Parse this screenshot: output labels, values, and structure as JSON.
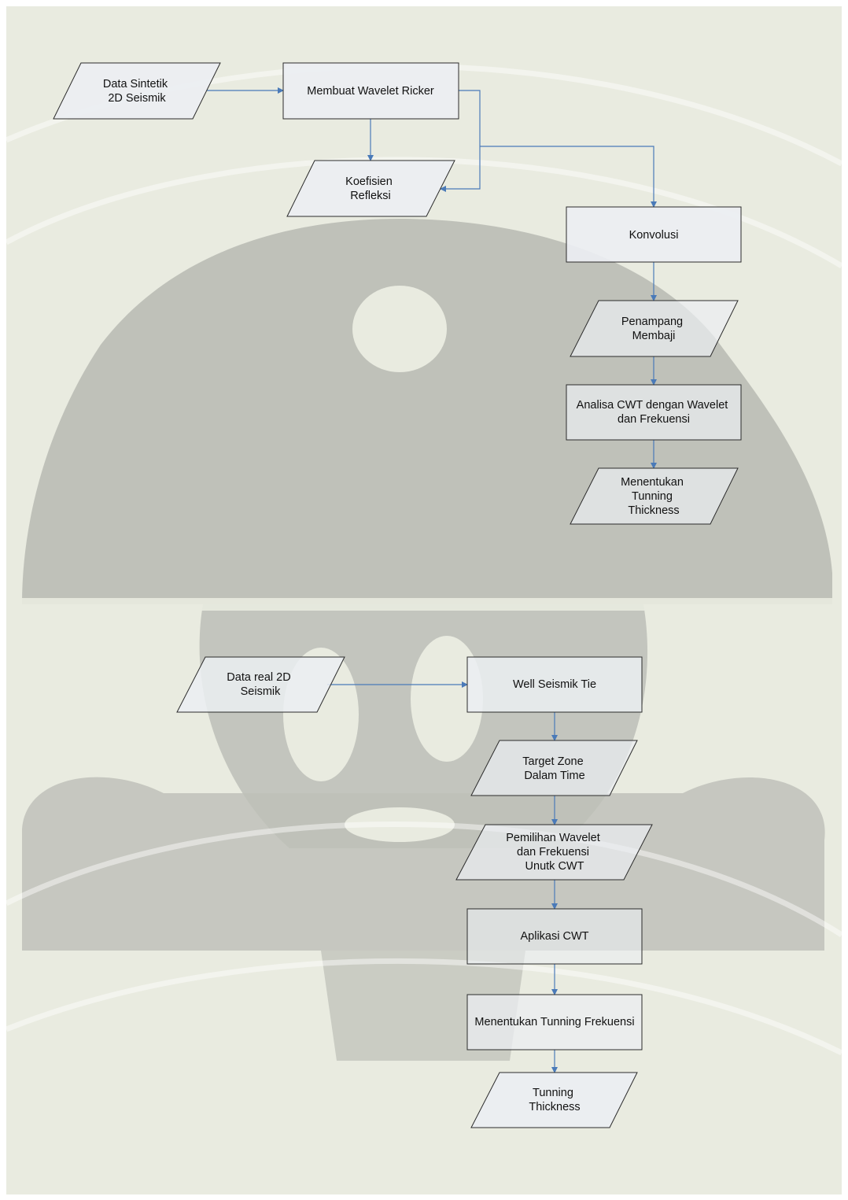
{
  "flow_top": {
    "data_sintetik": [
      "Data Sintetik",
      "2D Seismik"
    ],
    "membuat_wavelet": [
      "Membuat Wavelet Ricker"
    ],
    "koefisien": [
      "Koefisien",
      "Refleksi"
    ],
    "konvolusi": [
      "Konvolusi"
    ],
    "penampang": [
      "Penampang",
      "Membaji"
    ],
    "analisa_cwt": [
      "Analisa CWT dengan Wavelet",
      "dan Frekuensi"
    ],
    "menentukan_thickness": [
      "Menentukan",
      "Tunning",
      "Thickness"
    ]
  },
  "flow_bottom": {
    "data_real": [
      "Data real 2D",
      "Seismik"
    ],
    "well_tie": [
      "Well Seismik Tie"
    ],
    "target_zone": [
      "Target Zone",
      "Dalam Time"
    ],
    "pemilihan": [
      "Pemilihan Wavelet",
      "dan Frekuensi",
      "Unutk CWT"
    ],
    "aplikasi": [
      "Aplikasi CWT"
    ],
    "menentukan_frekuensi": [
      "Menentukan Tunning Frekuensi"
    ],
    "tunning_thickness": [
      "Tunning",
      "Thickness"
    ]
  },
  "colors": {
    "page_background": "#e9ebe0",
    "box_fill": "#ebeef2",
    "box_stroke": "#2b2b2b",
    "arrow": "#4a7ab8",
    "watermark": "#b3b5ae"
  }
}
